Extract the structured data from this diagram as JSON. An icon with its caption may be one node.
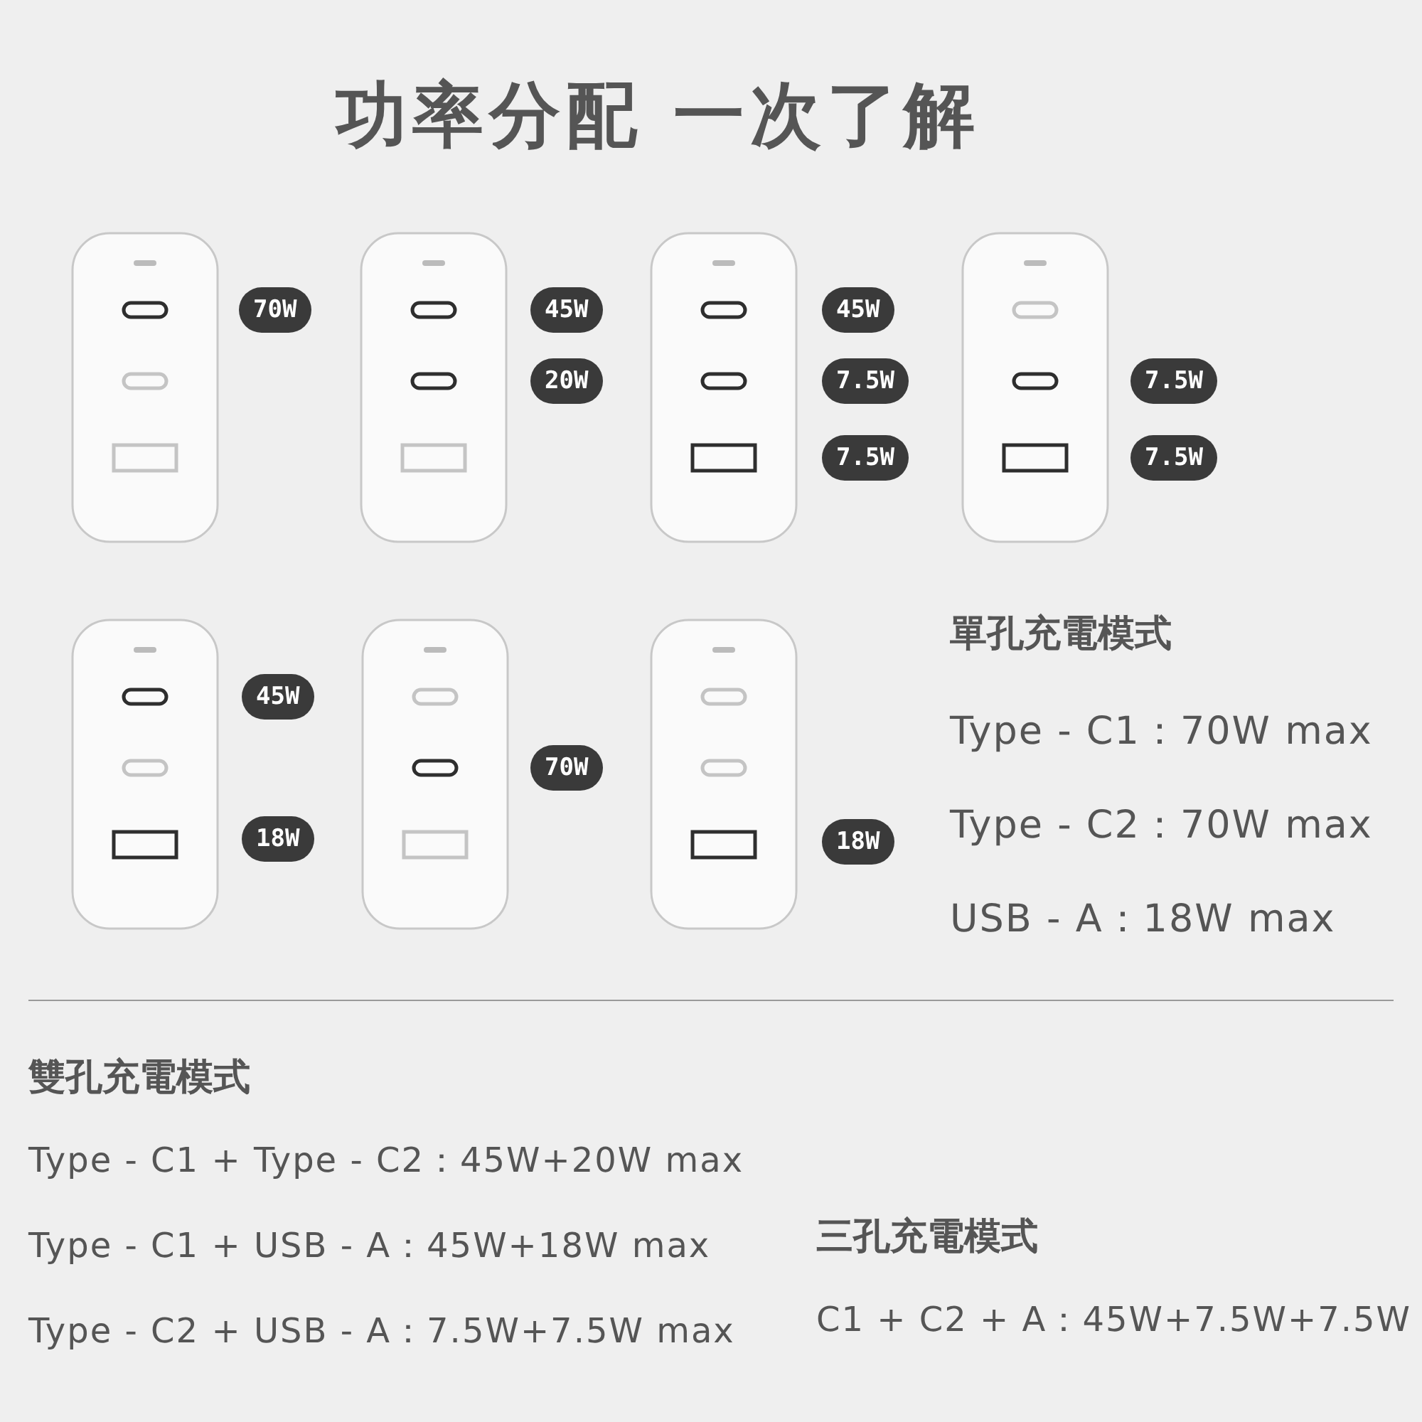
{
  "diagram": {
    "title": "功率分配 一次了解",
    "nodes": [
      {
        "text": [
          "70W"
        ]
      },
      {
        "text": [
          "45W"
        ]
      },
      {
        "text": [
          "20W"
        ]
      },
      {
        "text": [
          "45W"
        ]
      },
      {
        "text": [
          "7.5W"
        ]
      },
      {
        "text": [
          "7.5W"
        ]
      },
      {
        "text": [
          "7.5W"
        ]
      },
      {
        "text": [
          "7.5W"
        ]
      },
      {
        "text": [
          "45W"
        ]
      },
      {
        "text": [
          "18W"
        ]
      },
      {
        "text": [
          "70W"
        ]
      },
      {
        "text": [
          "18W"
        ]
      }
    ],
    "labels": [
      "單孔充電模式",
      "Type - C1：70W max",
      "Type - C2：70W max",
      "USB - A：18W max",
      "雙孔充電模式",
      "Type - C1 + Type - C2：45W+20W max",
      "Type - C1 + USB - A：45W+18W max",
      "Type - C2 + USB - A：7.5W+7.5W max",
      "三孔充電模式",
      "C1 + C2 + A：45W+7.5W+7.5W"
    ]
  }
}
